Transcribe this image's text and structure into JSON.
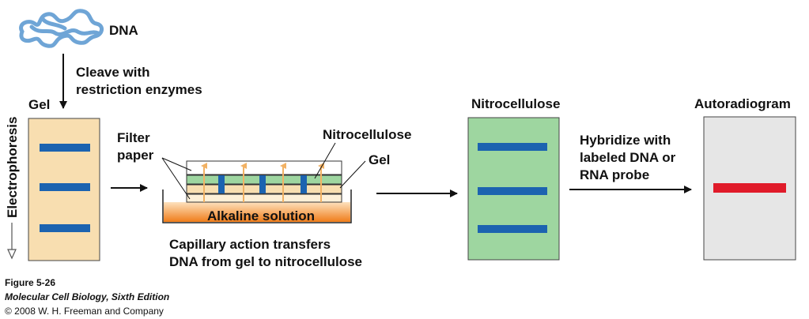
{
  "labels": {
    "dna": "DNA",
    "cleave_line1": "Cleave with",
    "cleave_line2": "restriction enzymes",
    "gel": "Gel",
    "electrophoresis": "Electrophoresis",
    "filter_line1": "Filter",
    "filter_line2": "paper",
    "nitrocellulose_stack": "Nitrocellulose",
    "gel_stack": "Gel",
    "alkaline": "Alkaline solution",
    "capillary_line1": "Capillary action transfers",
    "capillary_line2": "DNA from gel to nitrocellulose",
    "nitrocellulose_title": "Nitrocellulose",
    "autoradiogram_title": "Autoradiogram",
    "hybridize_line1": "Hybridize with",
    "hybridize_line2": "labeled DNA or",
    "hybridize_line3": "RNA probe"
  },
  "caption": {
    "figure": "Figure 5-26",
    "book": "Molecular Cell Biology, Sixth Edition",
    "copyright": "© 2008 W. H. Freeman and Company"
  },
  "colors": {
    "gel": "#f8deb0",
    "band_blue": "#1c63b0",
    "nitrocellulose": "#9ed6a0",
    "autoradiogram": "#e6e6e6",
    "band_red": "#e01b2a",
    "dna_strand": "#6fa5d6",
    "solution": "#f39a3a",
    "transfer_arrow": "#f2b264"
  }
}
